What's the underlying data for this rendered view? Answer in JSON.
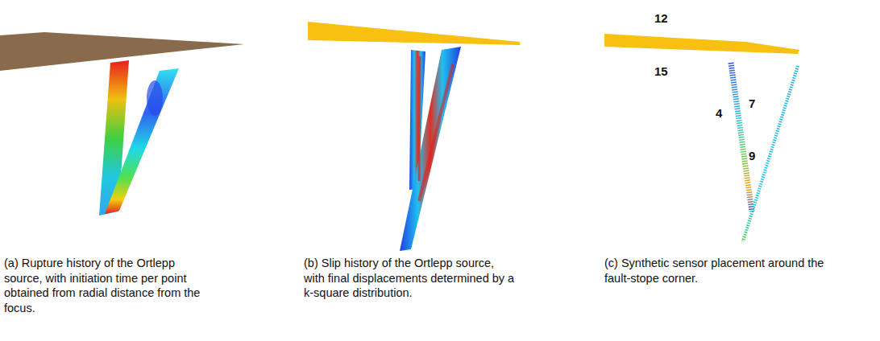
{
  "diagram": {
    "labels": [
      "(a) Rupture history of the Ortlepp source, with initiation time per point obtained from radial distance from the focus.",
      "(b) Slip history of the Ortlepp source, with final displacements determined by a k-square distribution.",
      "(c) Synthetic sensor placement around the fault-stope corner.",
      "12",
      "15",
      "4",
      "7",
      "9"
    ]
  }
}
